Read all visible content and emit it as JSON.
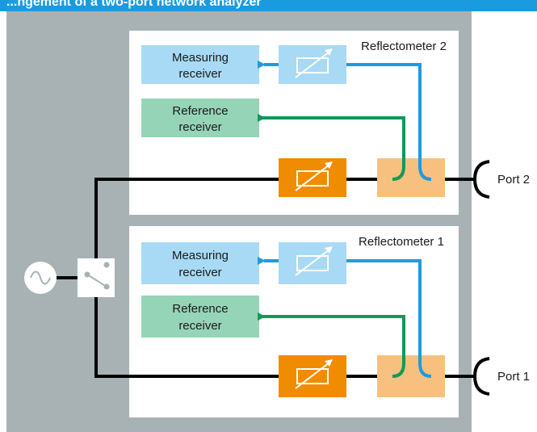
{
  "title": "...ngement of a two-port network analyzer",
  "colors": {
    "title_bar": "#1a9be0",
    "background": "#a8b2b5",
    "measuring_box": "#a8daf5",
    "reference_box": "#96d4b8",
    "attenuator": "#f08c00",
    "coupler": "#f8c07e",
    "measure_path": "#1e9be0",
    "reference_path": "#0f9a5a",
    "rf_path": "#000000"
  },
  "reflectometer_2": {
    "title": "Reflectometer 2",
    "measuring_receiver": [
      "Measuring",
      "receiver"
    ],
    "reference_receiver": [
      "Reference",
      "receiver"
    ]
  },
  "reflectometer_1": {
    "title": "Reflectometer 1",
    "measuring_receiver": [
      "Measuring",
      "receiver"
    ],
    "reference_receiver": [
      "Reference",
      "receiver"
    ]
  },
  "ports": {
    "port_2": "Port 2",
    "port_1": "Port 1"
  },
  "icons": [
    "signal-source-icon",
    "switch-icon",
    "variable-attenuator-icon",
    "directional-coupler-icon",
    "port-connector-icon"
  ]
}
